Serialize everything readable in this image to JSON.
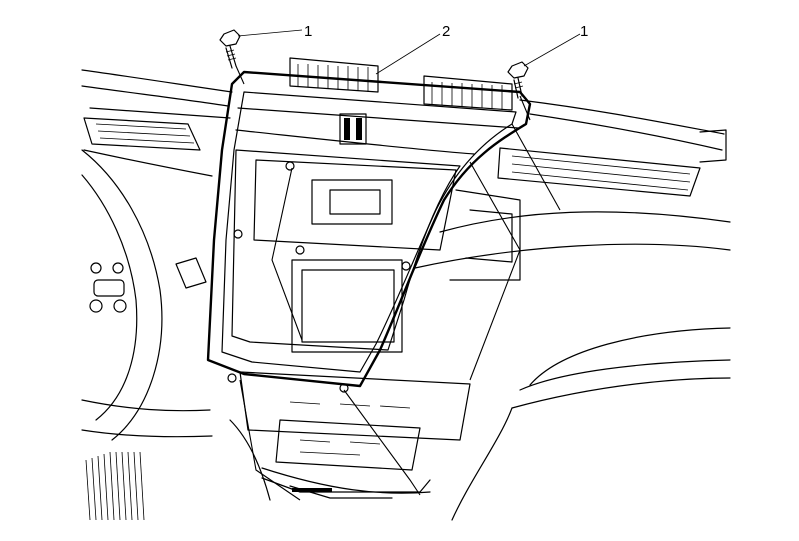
{
  "figure": {
    "callouts": [
      {
        "label": "1",
        "part": "screw-left"
      },
      {
        "label": "2",
        "part": "trim-bezel"
      },
      {
        "label": "1",
        "part": "screw-right"
      }
    ]
  },
  "colors": {
    "ink": "#000000",
    "paper": "#ffffff"
  }
}
